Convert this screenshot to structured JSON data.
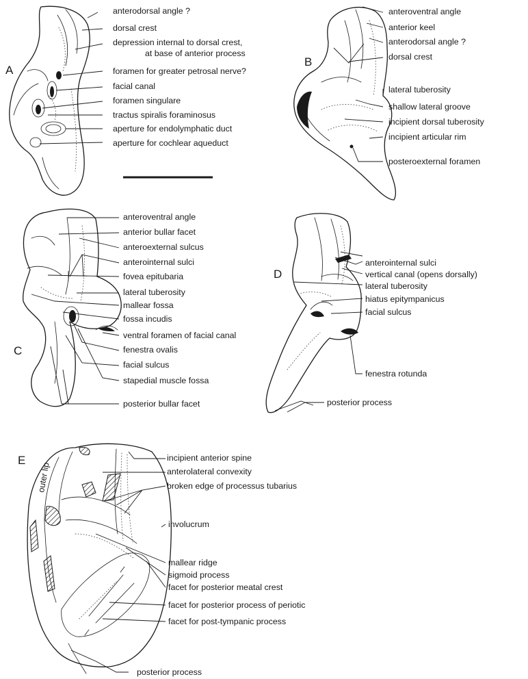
{
  "panels": {
    "a": "A",
    "b": "B",
    "c": "C",
    "d": "D",
    "e": "E"
  },
  "labels_a": [
    "anterodorsal angle ?",
    "dorsal crest",
    "depression internal to dorsal crest,",
    "at base of anterior process",
    "foramen for greater petrosal nerve?",
    "facial canal",
    "foramen singulare",
    "tractus spiralis foraminosus",
    "aperture for endolymphatic duct",
    "aperture for cochlear aqueduct"
  ],
  "labels_b": [
    "anteroventral angle",
    "anterior keel",
    "anterodorsal angle ?",
    "dorsal crest",
    "lateral tuberosity",
    "shallow lateral groove",
    "incipient dorsal tuberosity",
    "incipient articular rim",
    "posteroexternal foramen"
  ],
  "labels_c": [
    "anteroventral angle",
    "anterior bullar facet",
    "anteroexternal sulcus",
    "anterointernal sulci",
    "fovea epitubaria",
    "lateral tuberosity",
    "mallear fossa",
    "fossa incudis",
    "ventral foramen of facial canal",
    "fenestra ovalis",
    "facial sulcus",
    "stapedial muscle fossa",
    "posterior bullar facet"
  ],
  "labels_d": [
    "anterointernal sulci",
    "vertical canal (opens dorsally)",
    "lateral tuberosity",
    "hiatus epitympanicus",
    "facial sulcus",
    "fenestra rotunda",
    "posterior process"
  ],
  "labels_e": [
    "incipient anterior spine",
    "anterolateral convexity",
    "broken edge of processus tubarius",
    "involucrum",
    "mallear ridge",
    "sigmoid process",
    "facet for posterior meatal crest",
    "facet for posterior process of periotic",
    "facet for post-tympanic process",
    "posterior process",
    "outer lip"
  ]
}
